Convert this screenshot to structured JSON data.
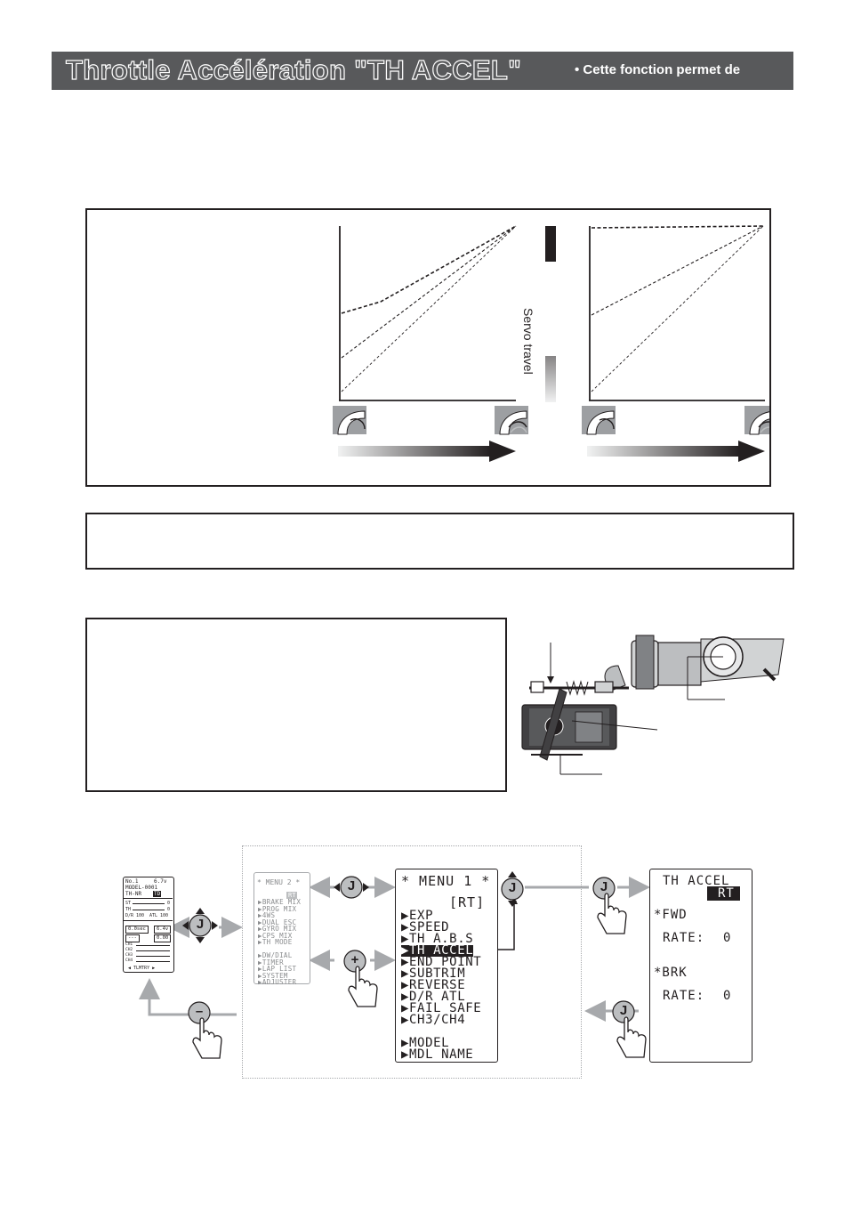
{
  "header": {
    "title": "Throttle Accélération  \"TH ACCEL\"",
    "subtitle": "• Cette fonction permet de"
  },
  "graph": {
    "axis_label": "Servo travel"
  },
  "menu1": {
    "title": "* MENU 1 *",
    "rt": "[RT]",
    "items": [
      "▶EXP",
      "▶SPEED",
      "▶TH A.B.S",
      "▶TH ACCEL",
      "▶END POINT",
      "▶SUBTRIM",
      "▶REVERSE",
      "▶D/R ATL",
      "▶FAIL SAFE",
      "▶CH3/CH4",
      "",
      "▶MODEL",
      "▶MDL NAME"
    ]
  },
  "menu2": {
    "title": "* MENU 2 *",
    "rt": "RT",
    "items": [
      "▶BRAKE MIX",
      "▶PROG MIX",
      "▶4WS",
      "▶DUAL ESC",
      "▶GYRO MIX",
      "▶CPS MIX",
      "▶TH MODE",
      "",
      "▶DW/DIAL",
      "▶TIMER",
      "▶LAP LIST",
      "▶SYSTEM",
      "▶ADJUSTER"
    ]
  },
  "home": {
    "model_no": "No.1",
    "voltage": "6.7v",
    "model_name": "MODEL-0001",
    "th_mode": "TH-NR",
    "badge": "TD",
    "st_label": "ST",
    "th_label": "TH",
    "st_val": "0",
    "th_val": "0",
    "dr_line": "D/R 100",
    "atl_line": "ATL 100",
    "time": "0.0sec",
    "rx_volt": "6.4v",
    "lap": "---",
    "lap_time": "0.00",
    "ch_labels": [
      "CH1",
      "CH2",
      "CH3",
      "CH4"
    ],
    "footer": "◀ TLMTRY ▶"
  },
  "th_accel": {
    "title": "TH ACCEL",
    "rt": "RT",
    "fwd_label": "*FWD",
    "fwd_rate_label": "RATE:",
    "fwd_rate": "0",
    "brk_label": "*BRK",
    "brk_rate_label": "RATE:",
    "brk_rate": "0"
  },
  "buttons": {
    "j": "J",
    "plus": "+",
    "minus": "–"
  }
}
